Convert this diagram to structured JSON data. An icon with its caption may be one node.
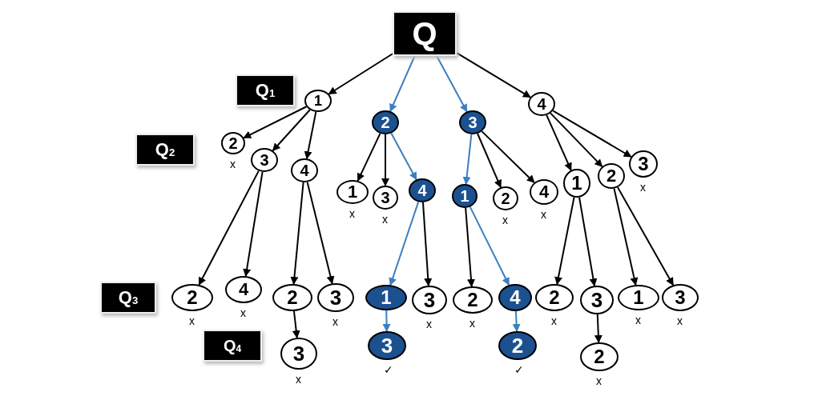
{
  "diagram": {
    "nodes": [
      {
        "text": [
          "Q"
        ]
      },
      {
        "text": [
          "Q$_{1}$"
        ]
      },
      {
        "text": [
          "1"
        ]
      },
      {
        "text": [
          "2"
        ]
      },
      {
        "text": [
          "3"
        ]
      },
      {
        "text": [
          "4"
        ]
      },
      {
        "text": [
          "Q$_{2}$"
        ]
      },
      {
        "text": [
          "2"
        ],
        "beside": [
          "x"
        ]
      },
      {
        "text": [
          "3"
        ]
      },
      {
        "text": [
          "4"
        ]
      },
      {
        "text": [
          "1"
        ],
        "beside": [
          "x"
        ]
      },
      {
        "text": [
          "3"
        ],
        "beside": [
          "x"
        ]
      },
      {
        "text": [
          "4"
        ]
      },
      {
        "text": [
          "1"
        ]
      },
      {
        "text": [
          "2"
        ],
        "beside": [
          "x"
        ]
      },
      {
        "text": [
          "4"
        ],
        "beside": [
          "x"
        ]
      },
      {
        "text": [
          "1"
        ]
      },
      {
        "text": [
          "2"
        ]
      },
      {
        "text": [
          "3"
        ],
        "beside": [
          "x"
        ]
      },
      {
        "text": [
          "Q$_{3}$"
        ]
      },
      {
        "text": [
          "2"
        ],
        "beside": [
          "x"
        ]
      },
      {
        "text": [
          "4"
        ],
        "beside": [
          "x"
        ]
      },
      {
        "text": [
          "2"
        ]
      },
      {
        "text": [
          "3"
        ],
        "beside": [
          "x"
        ]
      },
      {
        "text": [
          "1"
        ]
      },
      {
        "text": [
          "3"
        ],
        "beside": [
          "x"
        ]
      },
      {
        "text": [
          "2"
        ],
        "beside": [
          "x"
        ]
      },
      {
        "text": [
          "4"
        ]
      },
      {
        "text": [
          "2"
        ],
        "beside": [
          "x"
        ]
      },
      {
        "text": [
          "3"
        ]
      },
      {
        "text": [
          "1"
        ],
        "beside": [
          "x"
        ]
      },
      {
        "text": [
          "3"
        ],
        "beside": [
          "x"
        ]
      },
      {
        "text": [
          "Q$_{4}$"
        ]
      },
      {
        "text": [
          "3"
        ],
        "beside": [
          "x"
        ]
      },
      {
        "text": [
          "3"
        ],
        "beside": [
          "✓"
        ]
      },
      {
        "text": [
          "2"
        ],
        "beside": [
          "✓"
        ]
      },
      {
        "text": [
          "2"
        ],
        "beside": [
          "x"
        ]
      }
    ],
    "edges": [
      {
        "from": 0,
        "to": 2,
        "arrow": "to"
      },
      {
        "from": 0,
        "to": 3,
        "arrow": "to",
        "color": "#3b7fc0"
      },
      {
        "from": 0,
        "to": 4,
        "arrow": "to",
        "color": "#3b7fc0"
      },
      {
        "from": 0,
        "to": 5,
        "arrow": "to"
      },
      {
        "from": 2,
        "to": 7,
        "arrow": "to"
      },
      {
        "from": 2,
        "to": 8,
        "arrow": "to"
      },
      {
        "from": 2,
        "to": 9,
        "arrow": "to"
      },
      {
        "from": 3,
        "to": 10,
        "arrow": "to"
      },
      {
        "from": 3,
        "to": 11,
        "arrow": "to"
      },
      {
        "from": 3,
        "to": 12,
        "arrow": "to",
        "color": "#3b7fc0"
      },
      {
        "from": 4,
        "to": 13,
        "arrow": "to",
        "color": "#3b7fc0"
      },
      {
        "from": 4,
        "to": 14,
        "arrow": "to"
      },
      {
        "from": 4,
        "to": 15,
        "arrow": "to"
      },
      {
        "from": 5,
        "to": 16,
        "arrow": "to"
      },
      {
        "from": 5,
        "to": 17,
        "arrow": "to"
      },
      {
        "from": 5,
        "to": 18,
        "arrow": "to"
      },
      {
        "from": 8,
        "to": 20,
        "arrow": "to"
      },
      {
        "from": 8,
        "to": 21,
        "arrow": "to"
      },
      {
        "from": 9,
        "to": 22,
        "arrow": "to"
      },
      {
        "from": 9,
        "to": 23,
        "arrow": "to"
      },
      {
        "from": 12,
        "to": 24,
        "arrow": "to",
        "color": "#3b7fc0"
      },
      {
        "from": 12,
        "to": 25,
        "arrow": "to"
      },
      {
        "from": 13,
        "to": 26,
        "arrow": "to"
      },
      {
        "from": 13,
        "to": 27,
        "arrow": "to",
        "color": "#3b7fc0"
      },
      {
        "from": 16,
        "to": 28,
        "arrow": "to"
      },
      {
        "from": 16,
        "to": 29,
        "arrow": "to"
      },
      {
        "from": 17,
        "to": 30,
        "arrow": "to"
      },
      {
        "from": 17,
        "to": 31,
        "arrow": "to"
      },
      {
        "from": 22,
        "to": 33,
        "arrow": "to"
      },
      {
        "from": 24,
        "to": 34,
        "arrow": "to",
        "color": "#3b7fc0"
      },
      {
        "from": 27,
        "to": 35,
        "arrow": "to",
        "color": "#3b7fc0"
      },
      {
        "from": 29,
        "to": 36,
        "arrow": "to"
      }
    ]
  }
}
